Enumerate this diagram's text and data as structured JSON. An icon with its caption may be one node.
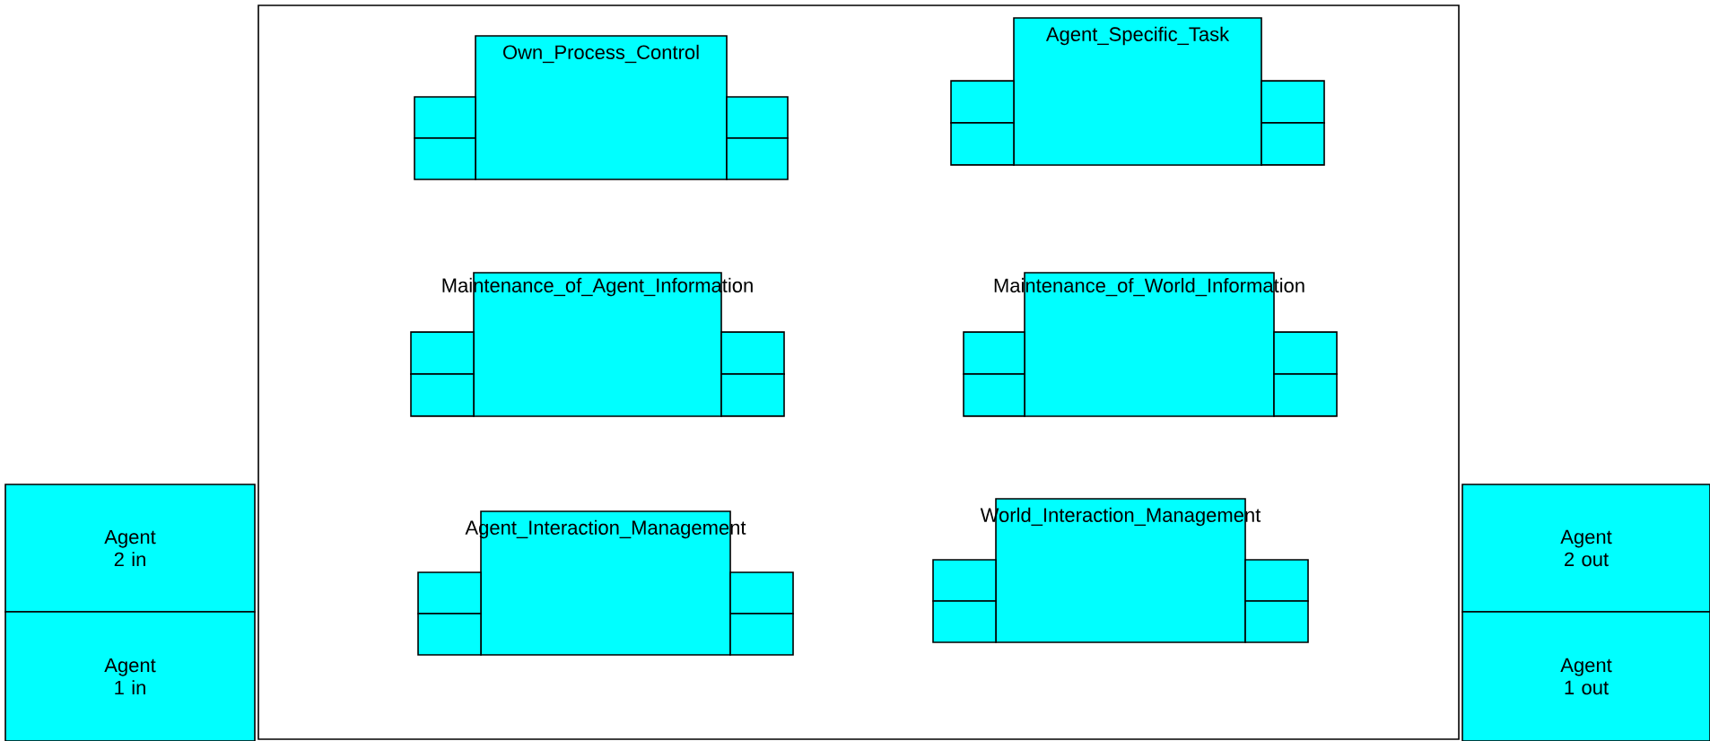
{
  "diagram": {
    "nodes": [
      {
        "text": [],
        "shape": "box"
      },
      {
        "text": [
          "Own_Process_Control"
        ],
        "in": 0
      },
      {
        "text": [],
        "shape": "box",
        "in": 0
      },
      {
        "text": [],
        "shape": "box",
        "in": 0
      },
      {
        "text": [],
        "shape": "box",
        "in": 0
      },
      {
        "text": [],
        "shape": "box",
        "in": 0
      },
      {
        "text": [
          "Agent_Specific_Task"
        ],
        "in": 0
      },
      {
        "text": [],
        "shape": "box",
        "in": 0
      },
      {
        "text": [],
        "shape": "box",
        "in": 0
      },
      {
        "text": [],
        "shape": "box",
        "in": 0
      },
      {
        "text": [],
        "shape": "box",
        "in": 0
      },
      {
        "text": [
          "Maintenance_of_Agent_Information"
        ],
        "in": 0
      },
      {
        "text": [],
        "shape": "box",
        "in": 0
      },
      {
        "text": [],
        "shape": "box",
        "in": 0
      },
      {
        "text": [],
        "shape": "box",
        "in": 0
      },
      {
        "text": [],
        "shape": "box",
        "in": 0
      },
      {
        "text": [
          "Maintenance_of_World_Information"
        ],
        "in": 0
      },
      {
        "text": [],
        "shape": "box",
        "in": 0
      },
      {
        "text": [],
        "shape": "box",
        "in": 0
      },
      {
        "text": [],
        "shape": "box",
        "in": 0
      },
      {
        "text": [],
        "shape": "box",
        "in": 0
      },
      {
        "text": [
          "Agent_Interaction_Management"
        ],
        "in": 0
      },
      {
        "text": [],
        "shape": "box",
        "in": 0
      },
      {
        "text": [],
        "shape": "box",
        "in": 0
      },
      {
        "text": [],
        "shape": "box",
        "in": 0
      },
      {
        "text": [],
        "shape": "box",
        "in": 0
      },
      {
        "text": [
          "World_Interaction_Management"
        ],
        "in": 0
      },
      {
        "text": [],
        "shape": "box",
        "in": 0
      },
      {
        "text": [],
        "shape": "box",
        "in": 0
      },
      {
        "text": [],
        "shape": "box",
        "in": 0
      },
      {
        "text": [],
        "shape": "box",
        "in": 0
      },
      {
        "text": [
          "Agent 2 in"
        ]
      },
      {
        "text": [
          "Agent 2 out"
        ]
      },
      {
        "text": [
          "Agent 1 in"
        ]
      },
      {
        "text": [
          "Agent 1 out"
        ]
      }
    ],
    "edges": []
  }
}
